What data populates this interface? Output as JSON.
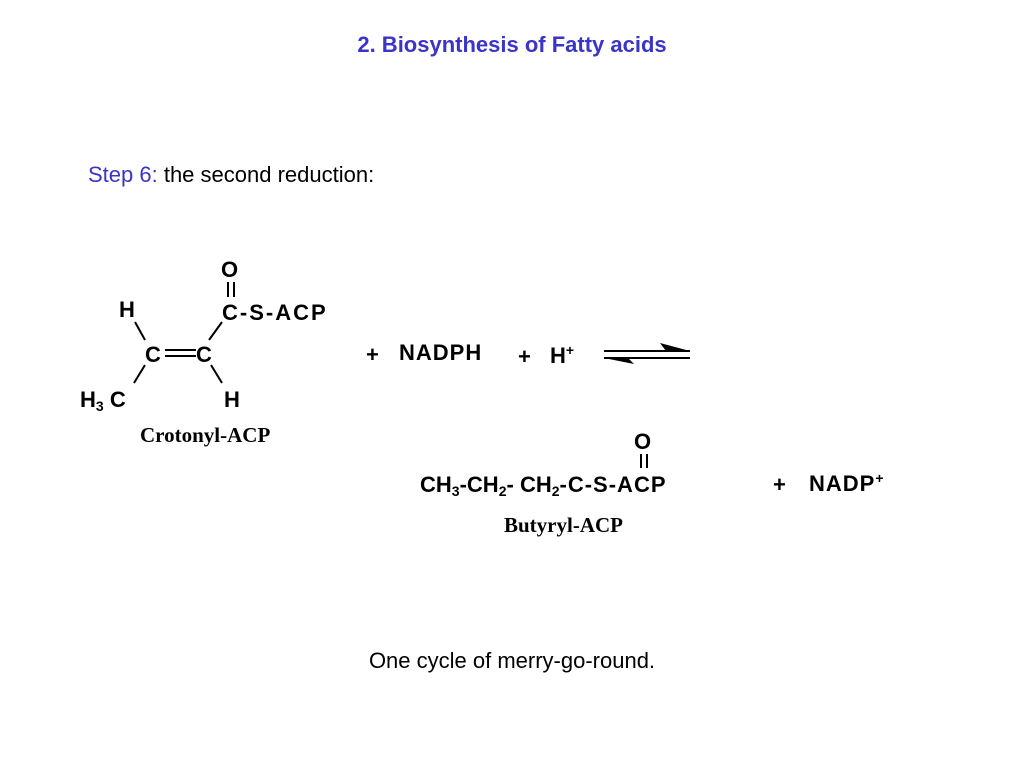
{
  "title": "2. Biosynthesis of Fatty acids",
  "step": {
    "label": "Step 6:",
    "text": " the second reduction:"
  },
  "crotonyl": {
    "o": "O",
    "h_top": "H",
    "carbonyl": "C-S-ACP",
    "c1": "C",
    "c2": "C",
    "h3": "H",
    "h3_sub": "3",
    "h3_c": "C",
    "h_bottom": "H",
    "name": "Crotonyl-ACP"
  },
  "reagents": {
    "plus1": "+",
    "nadph": "NADPH",
    "plus2": "+",
    "h": "H",
    "h_charge": "+"
  },
  "butyryl": {
    "o": "O",
    "ch3": "CH",
    "ch3_sub": "3",
    "dash1": "-",
    "ch2a": "CH",
    "ch2a_sub": "2",
    "dash2": "-",
    "ch2b": "CH",
    "ch2b_sub": "2",
    "tail": "-C-S-ACP",
    "plus": "+",
    "nadp": "NADP",
    "nadp_charge": "+",
    "name": "Butyryl-ACP"
  },
  "caption": "One cycle of merry-go-round."
}
